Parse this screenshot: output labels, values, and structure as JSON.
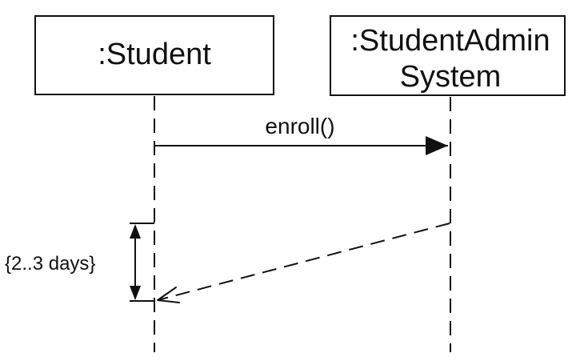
{
  "participants": [
    {
      "title_lines": [
        ":Student"
      ]
    },
    {
      "title_lines": [
        ":StudentAdmin",
        "System"
      ]
    }
  ],
  "messages": [
    {
      "label": "enroll()",
      "kind": "synchronous-call",
      "from": ":Student",
      "to": ":StudentAdminSystem"
    },
    {
      "label": "",
      "kind": "return",
      "from": ":StudentAdminSystem",
      "to": ":Student"
    }
  ],
  "constraints": [
    {
      "label": "{2..3 days}"
    }
  ],
  "colors": {
    "stroke": "#111111",
    "text": "#111111",
    "background": "#ffffff"
  }
}
